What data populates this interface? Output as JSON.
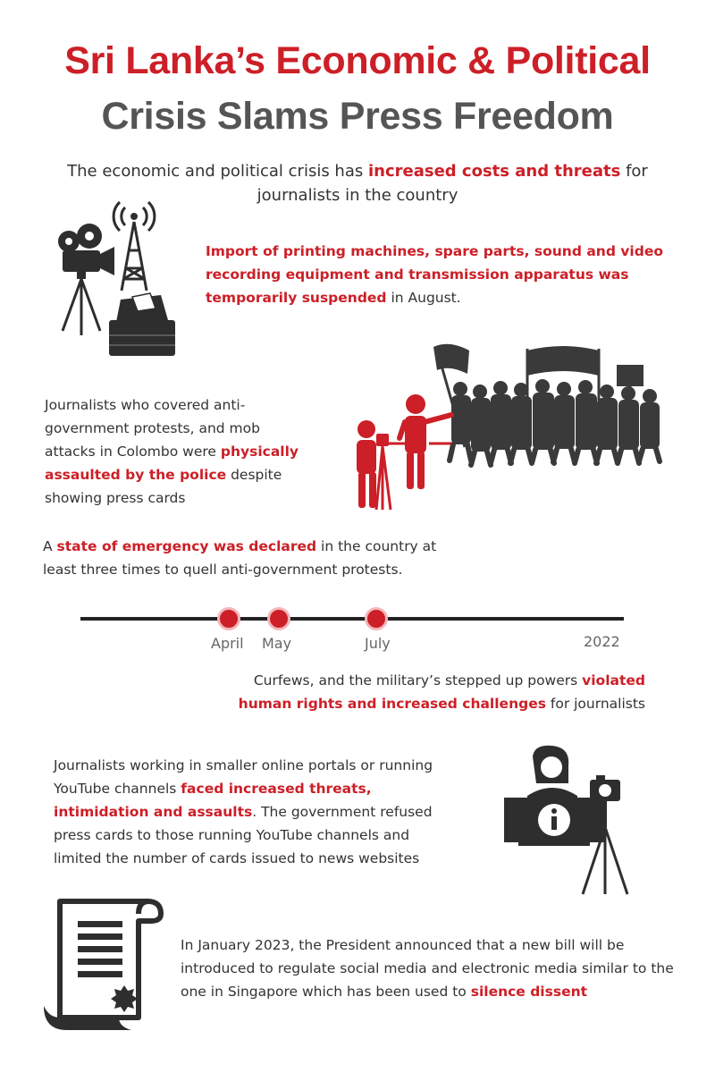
{
  "title": {
    "line1": "Sri Lanka’s Economic & Political",
    "line2": "Crisis Slams Press Freedom"
  },
  "intro": {
    "before": "The economic and political crisis has ",
    "highlight": "increased costs and threats",
    "after": " for journalists in the country"
  },
  "section_import": {
    "highlight": "Import of printing machines, spare parts, sound and video recording equipment and transmission apparatus was temporarily suspended",
    "after": " in August."
  },
  "section_assault": {
    "before": "Journalists who covered anti-government protests, and mob attacks in Colombo were ",
    "highlight": "physically assaulted by the police",
    "after": " despite showing press cards"
  },
  "section_emergency": {
    "before": "A ",
    "highlight": "state of emergency was declared",
    "after": " in the country at least three times to quell anti-government protests."
  },
  "timeline": {
    "events": [
      {
        "label": "April"
      },
      {
        "label": "May"
      },
      {
        "label": "July"
      }
    ],
    "year": "2022"
  },
  "section_curfew": {
    "before": "Curfews, and the military’s stepped up powers ",
    "highlight": "violated human rights and increased challenges",
    "after": " for journalists"
  },
  "section_online": {
    "before": "Journalists working in smaller online portals or running YouTube channels ",
    "highlight": "faced increased threats, intimidation and assaults",
    "after": ". The government refused press cards to those running YouTube channels and limited the number of cards issued to news websites"
  },
  "section_bill": {
    "before": "In January 2023, the President announced that a new bill will be introduced to regulate social media and electronic media similar to the one in Singapore which has been used to ",
    "highlight": "silence dissent"
  },
  "colors": {
    "accent": "#cc1f27",
    "dark": "#3a3a3a",
    "gray": "#555555"
  },
  "icons": [
    "film-camera-icon",
    "radio-tower-icon",
    "printer-icon",
    "reporter-icon",
    "cameraman-icon",
    "protest-crowd-icon",
    "news-presenter-icon",
    "scroll-document-icon"
  ]
}
